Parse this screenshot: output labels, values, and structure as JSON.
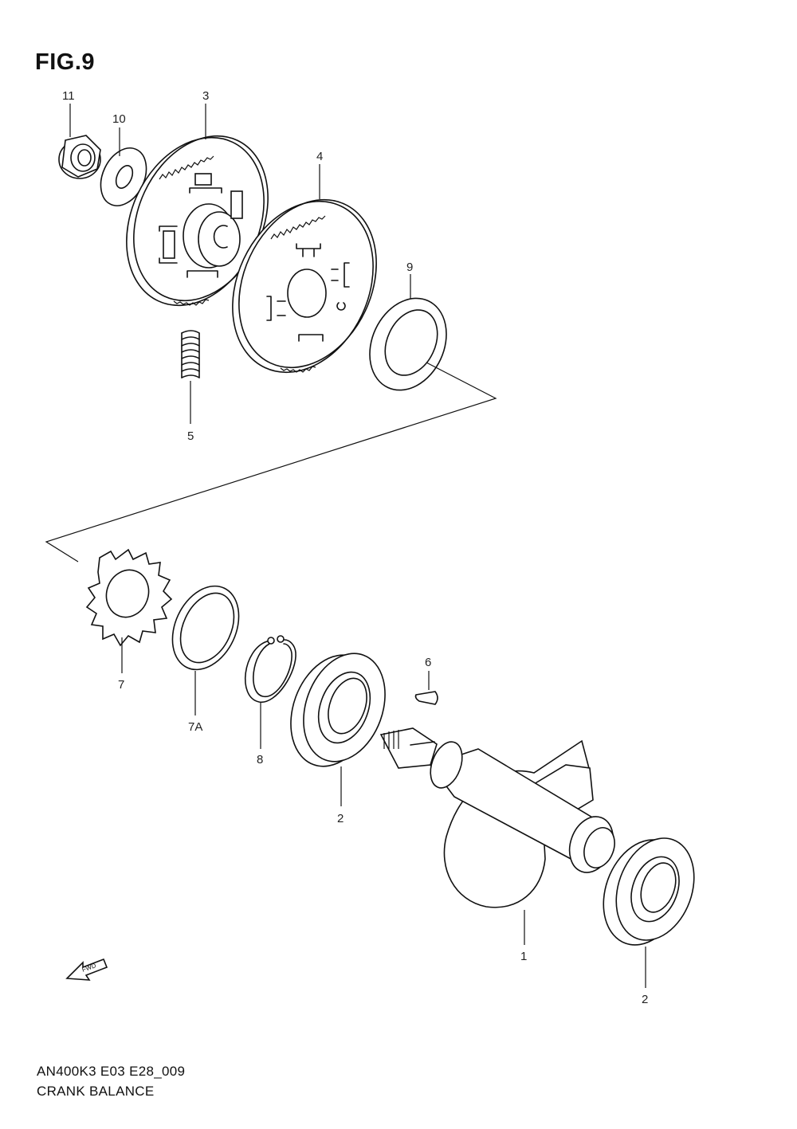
{
  "figure": {
    "title": "FIG.9",
    "code": "AN400K3 E03 E28_009",
    "name": "CRANK BALANCE"
  },
  "callouts": [
    {
      "id": "11",
      "label": "11"
    },
    {
      "id": "10",
      "label": "10"
    },
    {
      "id": "3",
      "label": "3"
    },
    {
      "id": "4",
      "label": "4"
    },
    {
      "id": "9",
      "label": "9"
    },
    {
      "id": "5",
      "label": "5"
    },
    {
      "id": "7",
      "label": "7"
    },
    {
      "id": "7A",
      "label": "7A"
    },
    {
      "id": "8",
      "label": "8"
    },
    {
      "id": "6",
      "label": "6"
    },
    {
      "id": "2a",
      "label": "2"
    },
    {
      "id": "1",
      "label": "1"
    },
    {
      "id": "2b",
      "label": "2"
    }
  ],
  "fwd_marker": "FWD"
}
